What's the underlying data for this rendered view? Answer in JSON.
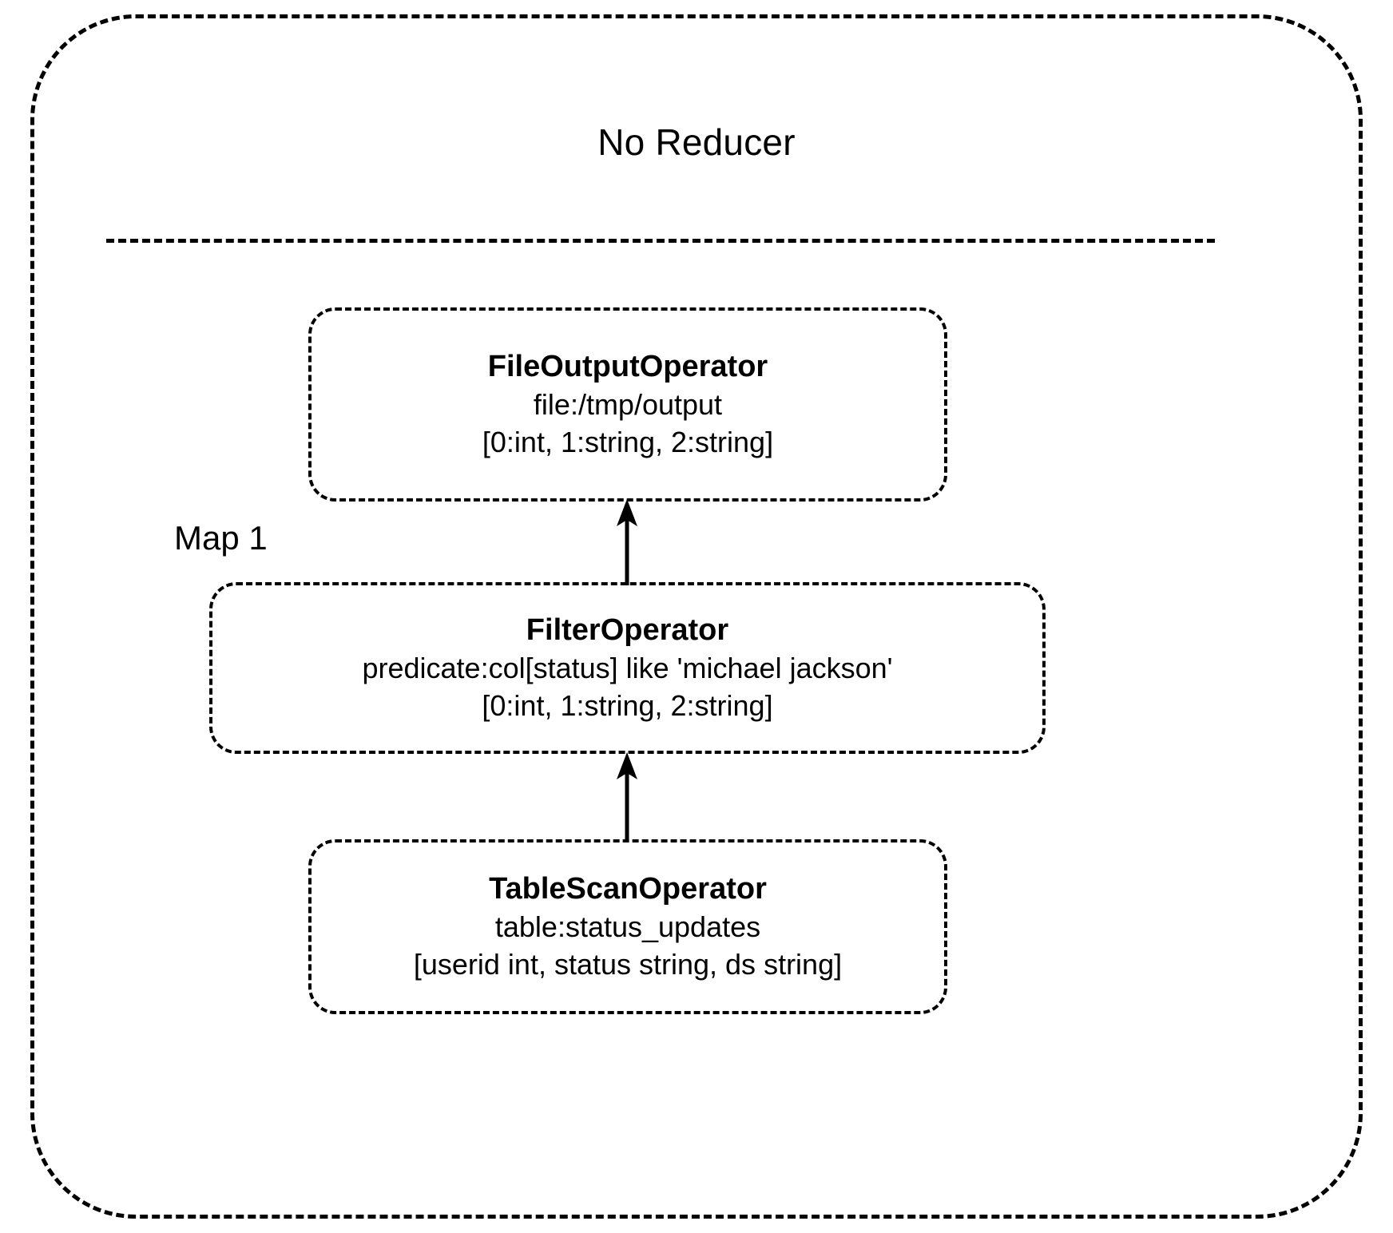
{
  "diagram": {
    "type": "query-execution-plan",
    "container": {
      "title": "No Reducer"
    },
    "vertex": {
      "label": "Map 1"
    },
    "nodes": [
      {
        "id": "fileoutput",
        "title": "FileOutputOperator",
        "line2": "file:/tmp/output",
        "line3": "[0:int, 1:string, 2:string]"
      },
      {
        "id": "filter",
        "title": "FilterOperator",
        "line2": "predicate:col[status] like 'michael jackson'",
        "line3": "[0:int, 1:string, 2:string]"
      },
      {
        "id": "tablescan",
        "title": "TableScanOperator",
        "line2": "table:status_updates",
        "line3": "[userid int, status string, ds string]"
      }
    ],
    "edges": [
      {
        "from": "tablescan",
        "to": "filter",
        "style": "solid-arrow-up"
      },
      {
        "from": "filter",
        "to": "fileoutput",
        "style": "solid-arrow-up"
      }
    ],
    "colors": {
      "stroke": "#000000",
      "text": "#000000",
      "background": "#ffffff"
    }
  }
}
